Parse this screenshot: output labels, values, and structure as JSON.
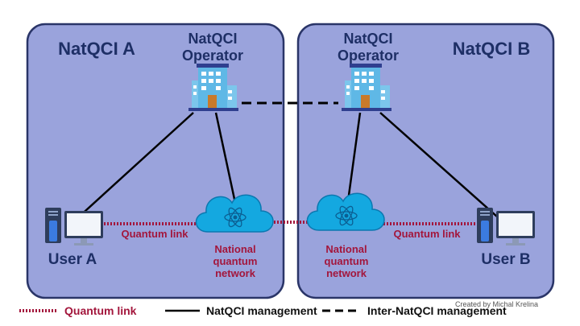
{
  "colors": {
    "region_fill": "#9aa3dc",
    "region_stroke": "#2a3568",
    "label_dark": "#1e2f66",
    "quantum_red": "#a3163c",
    "cloud_blue": "#14a8e0",
    "building_blue": "#5fb8e6"
  },
  "regions": [
    {
      "name": "NatQCI  A"
    },
    {
      "name": "NatQCI  B"
    }
  ],
  "operators": [
    {
      "label_line1": "NatQCI",
      "label_line2": "Operator",
      "icon": "office-building-icon"
    },
    {
      "label_line1": "NatQCI",
      "label_line2": "Operator",
      "icon": "office-building-icon"
    }
  ],
  "users": [
    {
      "label": "User A",
      "icon": "desktop-computer-icon"
    },
    {
      "label": "User B",
      "icon": "desktop-computer-icon"
    }
  ],
  "networks": [
    {
      "line1": "National",
      "line2": "quantum",
      "line3": "network",
      "icon": "atom-cloud-icon"
    },
    {
      "line1": "National",
      "line2": "quantum",
      "line3": "network",
      "icon": "atom-cloud-icon"
    }
  ],
  "link_labels": {
    "left": "Quantum link",
    "right": "Quantum link"
  },
  "legend": {
    "quantum_link": "Quantum link",
    "management": "NatQCI management",
    "inter_management": "Inter-NatQCI management"
  },
  "credit": "Created by  Michal Krelina"
}
